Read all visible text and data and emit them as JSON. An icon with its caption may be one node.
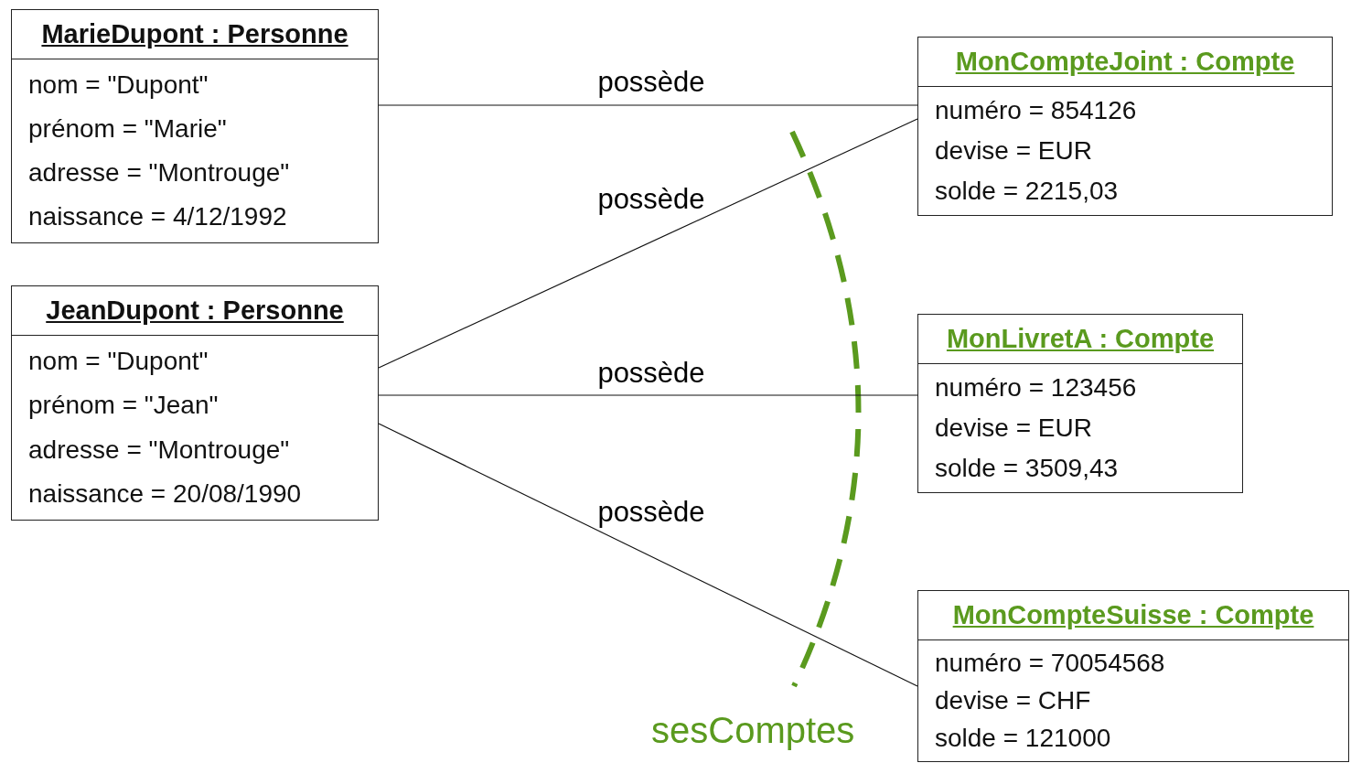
{
  "diagram": {
    "nodes": [
      {
        "text": [
          "MarieDupont : Personne",
          "nom = \"Dupont\"",
          "prénom = \"Marie\"",
          "adresse = \"Montrouge\"",
          "naissance = 4/12/1992"
        ]
      },
      {
        "text": [
          "JeanDupont : Personne",
          "nom = \"Dupont\"",
          "prénom = \"Jean\"",
          "adresse = \"Montrouge\"",
          "naissance = 20/08/1990"
        ]
      },
      {
        "text": [
          "MonCompteJoint : Compte",
          "numéro = 854126",
          "devise = EUR",
          "solde = 2215,03"
        ]
      },
      {
        "text": [
          "MonLivretA : Compte",
          "numéro = 123456",
          "devise = EUR",
          "solde = 3509,43"
        ]
      },
      {
        "text": [
          "MonCompteSuisse : Compte",
          "numéro = 70054568",
          "devise = CHF",
          "solde = 121000"
        ]
      }
    ],
    "edges": [
      {
        "from": 0,
        "to": 2,
        "arrow": "none",
        "label": "possède"
      },
      {
        "from": 1,
        "to": 2,
        "arrow": "none",
        "label": "possède"
      },
      {
        "from": 1,
        "to": 3,
        "arrow": "none",
        "label": "possède"
      },
      {
        "from": 1,
        "to": 4,
        "arrow": "none",
        "label": "possède"
      }
    ],
    "labels": [
      "sesComptes"
    ]
  }
}
